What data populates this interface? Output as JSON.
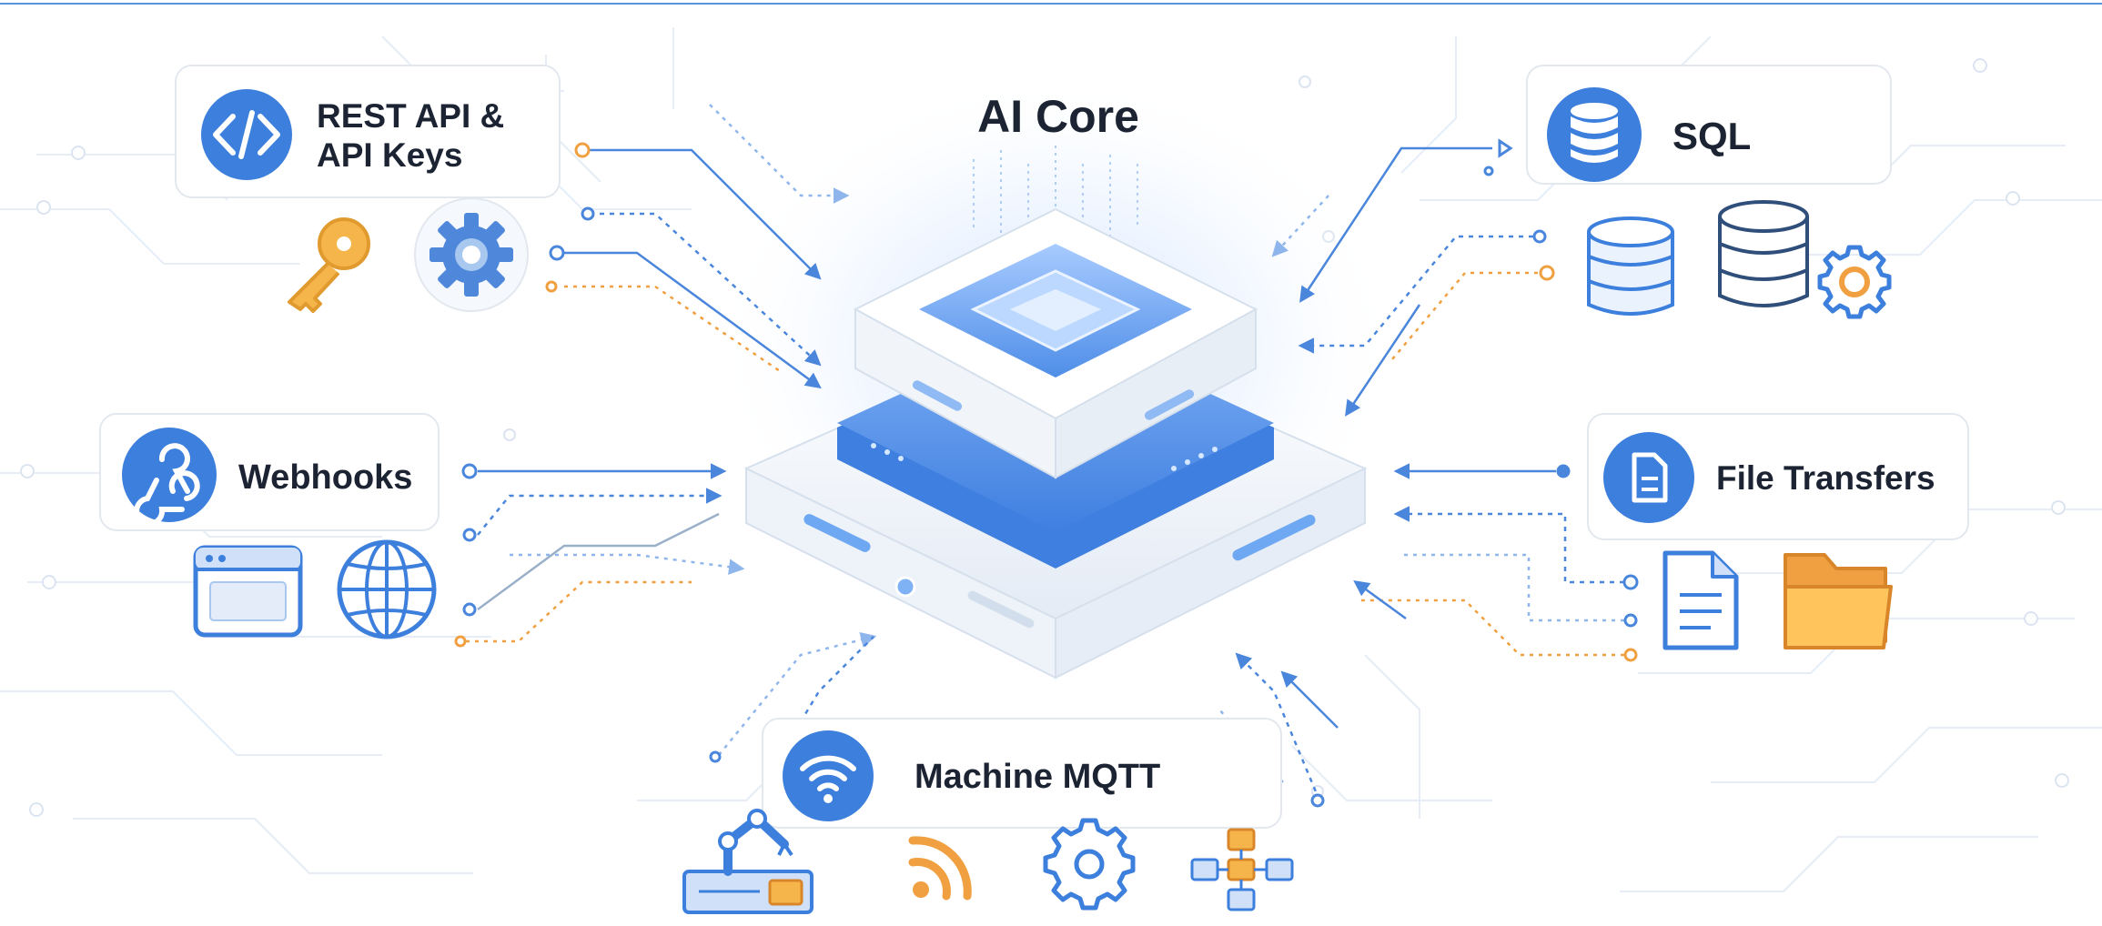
{
  "core": {
    "title": "AI Core"
  },
  "sources": {
    "rest_api": {
      "line1": "REST API &",
      "line2": "API Keys"
    },
    "sql": {
      "label": "SQL"
    },
    "webhooks": {
      "label": "Webhooks"
    },
    "file_transfers": {
      "label": "File Transfers"
    },
    "machine_mqtt": {
      "label": "Machine MQTT"
    }
  },
  "icons": {
    "rest_api": [
      "code-icon",
      "key-icon",
      "gear-icon"
    ],
    "sql": [
      "database-icon",
      "database-icon",
      "database-icon",
      "gear-icon"
    ],
    "webhooks": [
      "webhook-icon",
      "browser-window-icon",
      "globe-icon"
    ],
    "file_transfers": [
      "document-icon",
      "document-icon",
      "folder-icon"
    ],
    "machine_mqtt": [
      "wifi-icon",
      "robot-arm-icon",
      "rss-feed-icon",
      "gear-icon",
      "network-nodes-icon"
    ]
  },
  "colors": {
    "accent_blue": "#3d7fdc",
    "light_blue": "#a9c8f0",
    "orange": "#f0a040",
    "panel_border": "#e3e8ef",
    "text": "#1c2433",
    "trace": "#e6edf6"
  }
}
